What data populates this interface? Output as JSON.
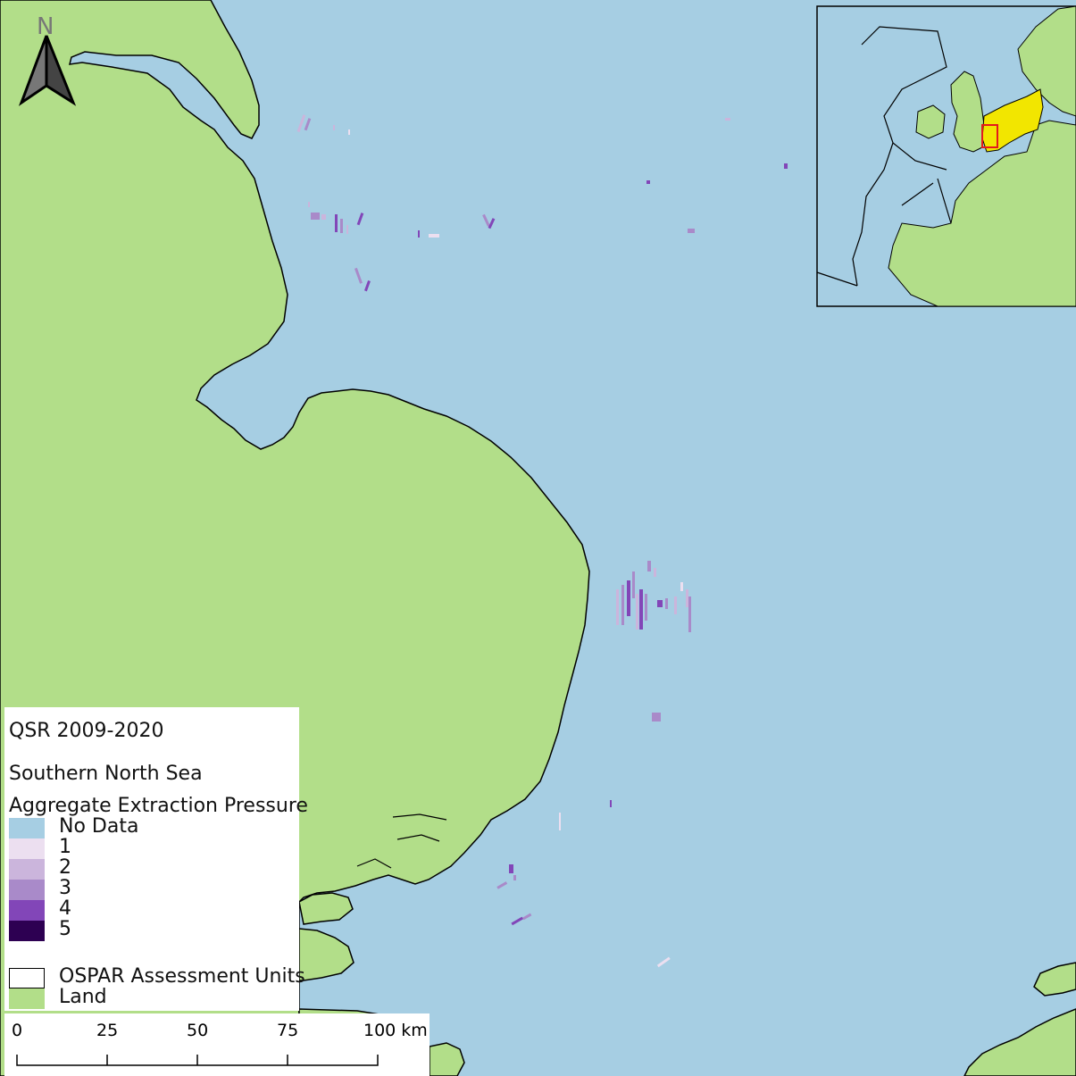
{
  "legend": {
    "title": "QSR 2009-2020",
    "region": "Southern North Sea",
    "variable": "Aggregate Extraction Pressure",
    "classes": [
      {
        "label": "No Data",
        "color": "#a6cee3"
      },
      {
        "label": "1",
        "color": "#ecdff0"
      },
      {
        "label": "2",
        "color": "#cbb5dc"
      },
      {
        "label": "3",
        "color": "#a98ac9"
      },
      {
        "label": "4",
        "color": "#8246b8"
      },
      {
        "label": "5",
        "color": "#2d0052"
      }
    ],
    "layers": [
      {
        "label": "OSPAR Assessment Units",
        "color": "#ffffff"
      },
      {
        "label": "Land",
        "color": "#b2de89"
      }
    ]
  },
  "scale": {
    "ticks": [
      "0",
      "25",
      "50",
      "75",
      "100 km"
    ]
  },
  "north_arrow": {
    "label": "N"
  },
  "colors": {
    "sea": "#a6cee3",
    "land": "#b2de89",
    "highlight_region": "#f2e600",
    "extent_box": "#e41a1c",
    "coastline": "#000000"
  }
}
